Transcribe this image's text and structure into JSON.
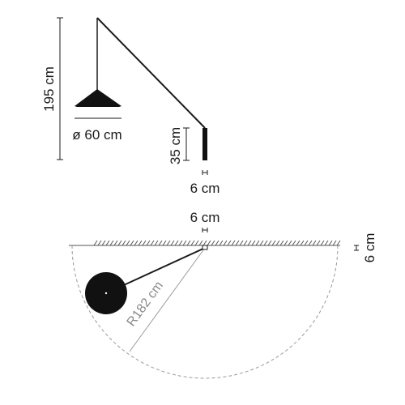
{
  "side_view": {
    "height_label": "195 cm",
    "shade_diameter_label": "ø 60 cm",
    "base_height_label": "35 cm",
    "base_width_label": "6 cm"
  },
  "top_view": {
    "base_width_label": "6 cm",
    "wall_depth_label": "6 cm",
    "radius_label": "R182 cm"
  },
  "colors": {
    "line": "#1a1a1a",
    "dimension": "#1a1a1a",
    "guide": "#9a9a9a",
    "hatch": "#555555"
  }
}
